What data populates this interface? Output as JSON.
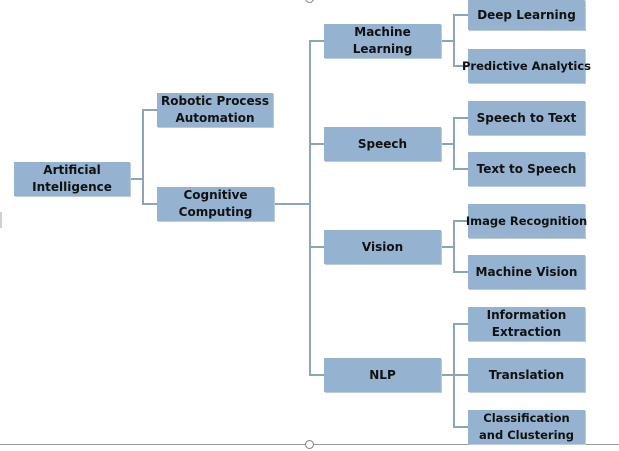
{
  "diagram": {
    "root": {
      "label": "Artificial Intelligence"
    },
    "level1": [
      {
        "label": "Robotic Process Automation"
      },
      {
        "label": "Cognitive Computing"
      }
    ],
    "level2": [
      {
        "label": "Machine Learning"
      },
      {
        "label": "Speech"
      },
      {
        "label": "Vision"
      },
      {
        "label": "NLP"
      }
    ],
    "level3": [
      {
        "label": "Deep Learning"
      },
      {
        "label": "Predictive Analytics"
      },
      {
        "label": "Speech to Text"
      },
      {
        "label": "Text to Speech"
      },
      {
        "label": "Image Recognition"
      },
      {
        "label": "Machine Vision"
      },
      {
        "label": "Information Extraction"
      },
      {
        "label": "Translation"
      },
      {
        "label": "Classification and Clustering"
      }
    ]
  },
  "colors": {
    "node_fill": "#95b3d0",
    "connector": "#8ba4b9",
    "text": "#111111"
  }
}
